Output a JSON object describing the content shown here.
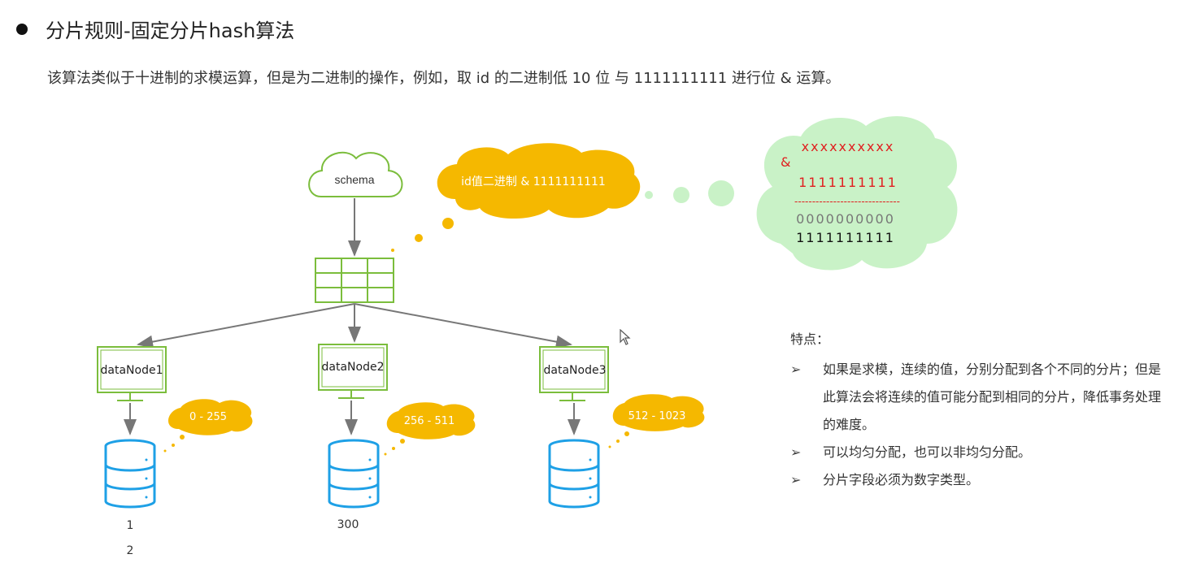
{
  "heading": "分片规则-固定分片hash算法",
  "description": "该算法类似于十进制的求模运算，但是为二进制的操作，例如，取 id 的二进制低 10 位 与 1111111111 进行位 & 运算。",
  "diagram": {
    "schema_label": "schema",
    "bubble_text": "id值二进制 & 1111111111",
    "nodes": [
      {
        "name": "dataNode1",
        "range": "0 - 255"
      },
      {
        "name": "dataNode2",
        "range": "256 - 511"
      },
      {
        "name": "dataNode3",
        "range": "512 - 1023"
      }
    ],
    "db_values": [
      "1",
      "2",
      "300"
    ]
  },
  "calc": {
    "operand": "xxxxxxxxxx",
    "operator": "&",
    "mask": "1111111111",
    "separator": "------------------------------",
    "result_zero": "0000000000",
    "result_one": "1111111111"
  },
  "features": {
    "title": "特点：",
    "bullet_symbol": "➢",
    "items": [
      "如果是求模，连续的值，分别分配到各个不同的分片；但是此算法会将连续的值可能分配到相同的分片，降低事务处理的难度。",
      "可以均匀分配，也可以非均匀分配。",
      "分片字段必须为数字类型。"
    ]
  },
  "colors": {
    "green": "#7bbd3c",
    "cloud_green": "#c9f2c7",
    "orange": "#f5b800",
    "db_blue": "#1ea0e6",
    "red": "#e02020"
  }
}
